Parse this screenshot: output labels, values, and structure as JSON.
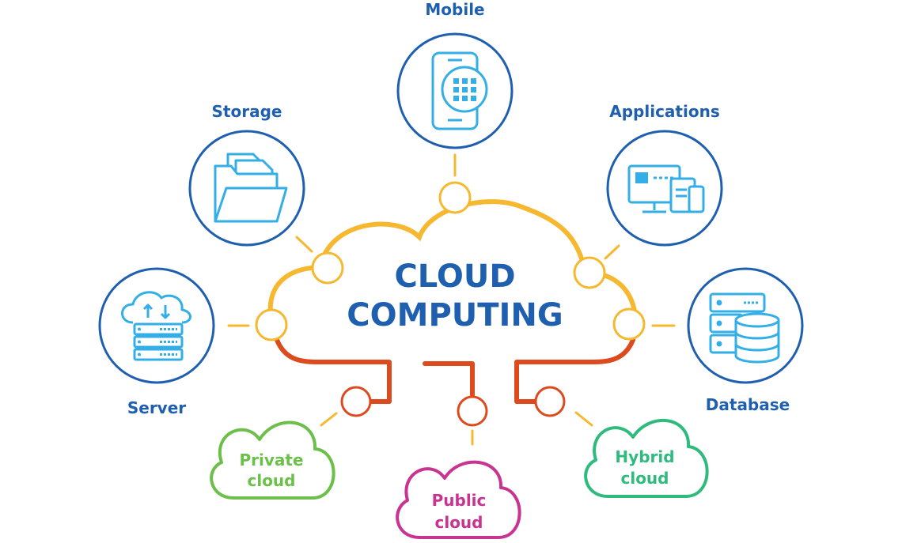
{
  "center": {
    "line1": "CLOUD",
    "line2": "COMPUTING"
  },
  "nodes": {
    "mobile": {
      "label": "Mobile",
      "icon": "mobile-icon"
    },
    "storage": {
      "label": "Storage",
      "icon": "folder-icon"
    },
    "applications": {
      "label": "Applications",
      "icon": "devices-icon"
    },
    "server": {
      "label": "Server",
      "icon": "server-icon"
    },
    "database": {
      "label": "Database",
      "icon": "database-icon"
    }
  },
  "clouds": {
    "private": {
      "line1": "Private",
      "line2": "cloud"
    },
    "public": {
      "line1": "Public",
      "line2": "cloud"
    },
    "hybrid": {
      "line1": "Hybrid",
      "line2": "cloud"
    }
  },
  "colors": {
    "primary_blue": "#1f5fb0",
    "icon_blue": "#33aee6",
    "cloud_outline_yellow": "#f5b82e",
    "branch_red": "#dd4a1e",
    "private_green": "#6cc04a",
    "public_magenta": "#c8348f",
    "hybrid_green": "#2fbb7d"
  }
}
